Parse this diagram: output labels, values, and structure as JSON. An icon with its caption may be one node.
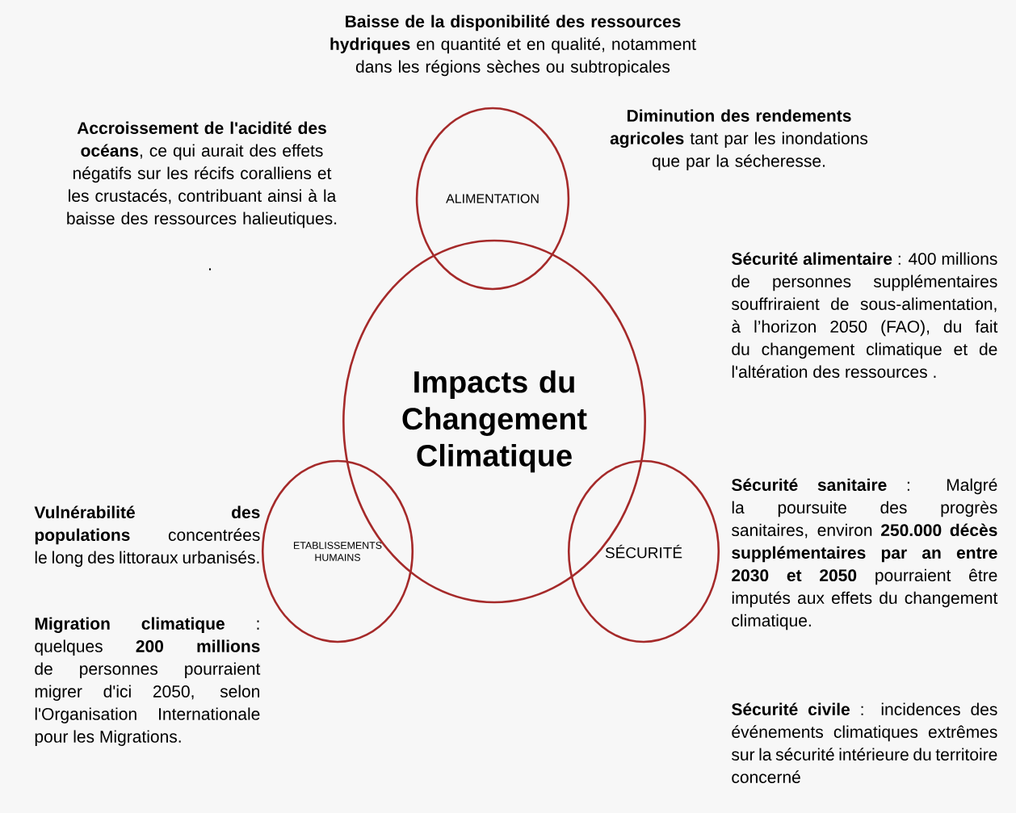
{
  "diagram": {
    "nodes": [
      {
        "text": [
          "Impacts du Changement Climatique"
        ]
      },
      {
        "text": [
          "ALIMENTATION"
        ]
      },
      {
        "text": [
          "ETABLISSEMENTS HUMAINS"
        ]
      },
      {
        "text": [
          "SÉCURITÉ"
        ]
      }
    ],
    "labels": [
      "**Baisse de la disponibilité des ressources hydriques** en quantité et en qualité, notamment dans les régions sèches ou subtropicales",
      "**Accroissement de l'acidité des océans**, ce qui aurait des effets négatifs sur les récifs coralliens et les crustacés, contribuant ainsi à la baisse des ressources halieutiques.",
      "**Diminution des rendements agricoles** tant par les inondations que par la sécheresse.",
      ".",
      "**Sécurité alimentaire** : 400 millions de personnes supplémentaires souffriraient de sous-alimentation, à l’horizon 2050 (FAO), du fait du changement climatique et de l'altération des ressources .",
      "**Vulnérabilité des populations** concentrées le long des littoraux urbanisés.",
      "**Sécurité sanitaire** : Malgré la poursuite des progrès sanitaires, environ **250.000 décès supplémentaires par an entre 2030 et 2050** pourraient être imputés aux effets du changement climatique.",
      "**Migration climatique** : quelques **200 millions** de personnes pourraient migrer d'ici 2050, selon l'Organisation Internationale pour les Migrations.",
      "**Sécurité civile** : incidences des événements climatiques extrêmes sur la sécurité intérieure du territoire concerné"
    ]
  }
}
